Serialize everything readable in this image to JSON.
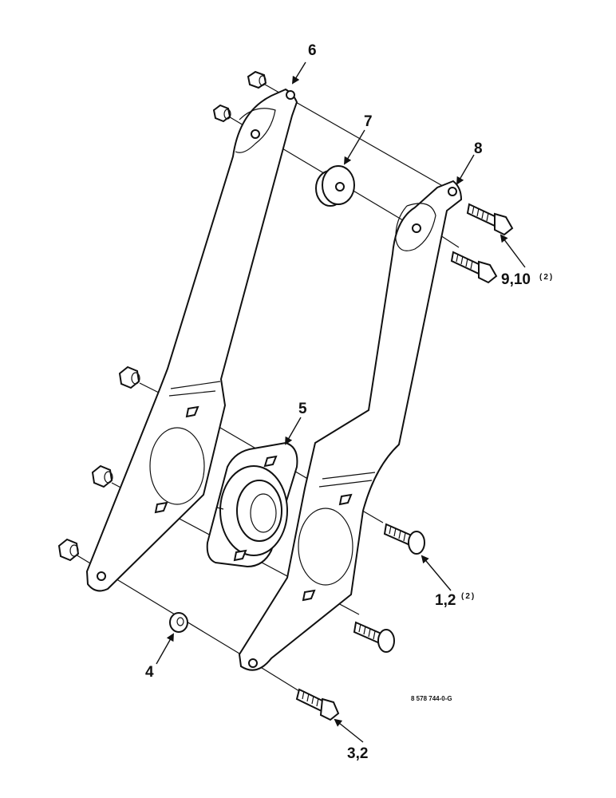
{
  "callouts": {
    "c6": "6",
    "c7": "7",
    "c8": "8",
    "c9_10": "9,10",
    "c9_10_qty": "(2)",
    "c5": "5",
    "c1_2": "1,2",
    "c1_2_qty": "(2)",
    "c4": "4",
    "c3_2": "3,2"
  },
  "drawing_code": "8 578 744-0-G"
}
